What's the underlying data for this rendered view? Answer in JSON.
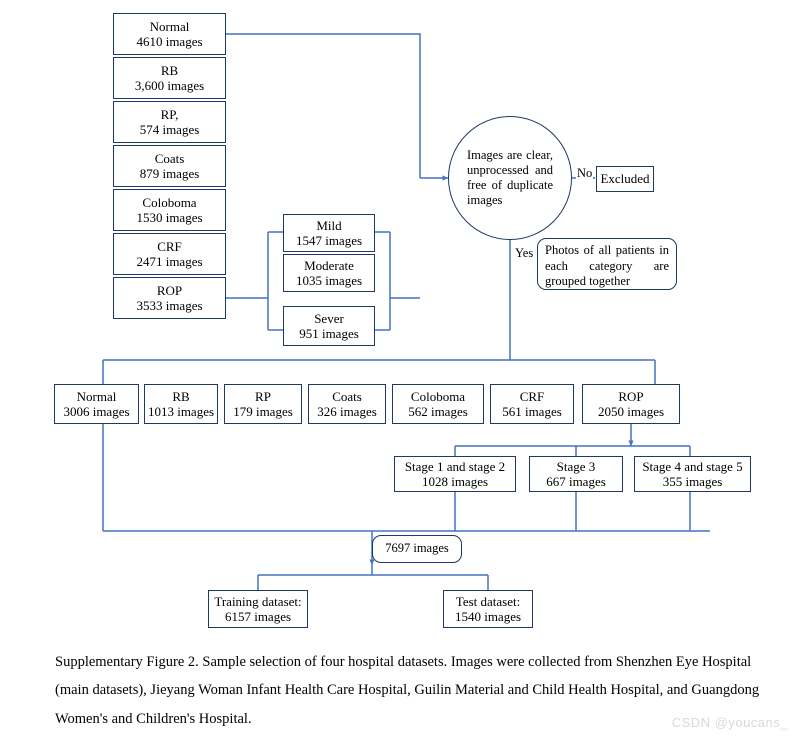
{
  "figure": {
    "sources": [
      {
        "name": "source-normal",
        "label": "Normal",
        "count": "4610 images"
      },
      {
        "name": "source-rb",
        "label": "RB",
        "count": "3,600 images"
      },
      {
        "name": "source-rp",
        "label": "RP,",
        "count": "574 images"
      },
      {
        "name": "source-coats",
        "label": "Coats",
        "count": "879 images"
      },
      {
        "name": "source-coloboma",
        "label": "Coloboma",
        "count": "1530 images"
      },
      {
        "name": "source-crf",
        "label": "CRF",
        "count": "2471 images"
      },
      {
        "name": "source-rop",
        "label": "ROP",
        "count": "3533 images"
      }
    ],
    "severity": [
      {
        "name": "severity-mild",
        "label": "Mild",
        "count": "1547 images"
      },
      {
        "name": "severity-moderate",
        "label": "Moderate",
        "count": "1035 images"
      },
      {
        "name": "severity-sever",
        "label": "Sever",
        "count": "951 images"
      }
    ],
    "decision": {
      "text": "Images are clear, unprocessed and free of duplicate images",
      "yes_label": "Yes",
      "no_label": "No"
    },
    "excluded": {
      "label": "Excluded"
    },
    "grouping_note": {
      "text": "Photos of all patients in each category are grouped together"
    },
    "categories": [
      {
        "name": "category-normal",
        "label": "Normal",
        "count": "3006 images"
      },
      {
        "name": "category-rb",
        "label": "RB",
        "count": "1013 images"
      },
      {
        "name": "category-rp",
        "label": "RP",
        "count": "179 images"
      },
      {
        "name": "category-coats",
        "label": "Coats",
        "count": "326 images"
      },
      {
        "name": "category-coloboma",
        "label": "Coloboma",
        "count": "562 images"
      },
      {
        "name": "category-crf",
        "label": "CRF",
        "count": "561 images"
      },
      {
        "name": "category-rop",
        "label": "ROP",
        "count": "2050 images"
      }
    ],
    "stages": [
      {
        "name": "stage-1-2",
        "label": "Stage 1 and stage 2",
        "count": "1028 images"
      },
      {
        "name": "stage-3",
        "label": "Stage 3",
        "count": "667 images"
      },
      {
        "name": "stage-4-5",
        "label": "Stage 4 and stage 5",
        "count": "355 images"
      }
    ],
    "total": {
      "label": "7697 images"
    },
    "splits": [
      {
        "name": "training-dataset",
        "label": "Training dataset:",
        "count": "6157 images"
      },
      {
        "name": "test-dataset",
        "label": "Test dataset:",
        "count": "1540 images"
      }
    ]
  },
  "caption": {
    "text": "Supplementary Figure 2. Sample selection of four hospital datasets. Images were collected from Shenzhen Eye Hospital (main datasets), Jieyang Woman Infant Health Care Hospital, Guilin Material and Child Health Hospital, and Guangdong Women's and Children's Hospital."
  },
  "watermark": {
    "text": "CSDN @youcans_"
  },
  "colors": {
    "box_border": "#1F3864",
    "connector": "#4472C4",
    "background": "#FFFFFF",
    "watermark": "#D9D9D9"
  }
}
